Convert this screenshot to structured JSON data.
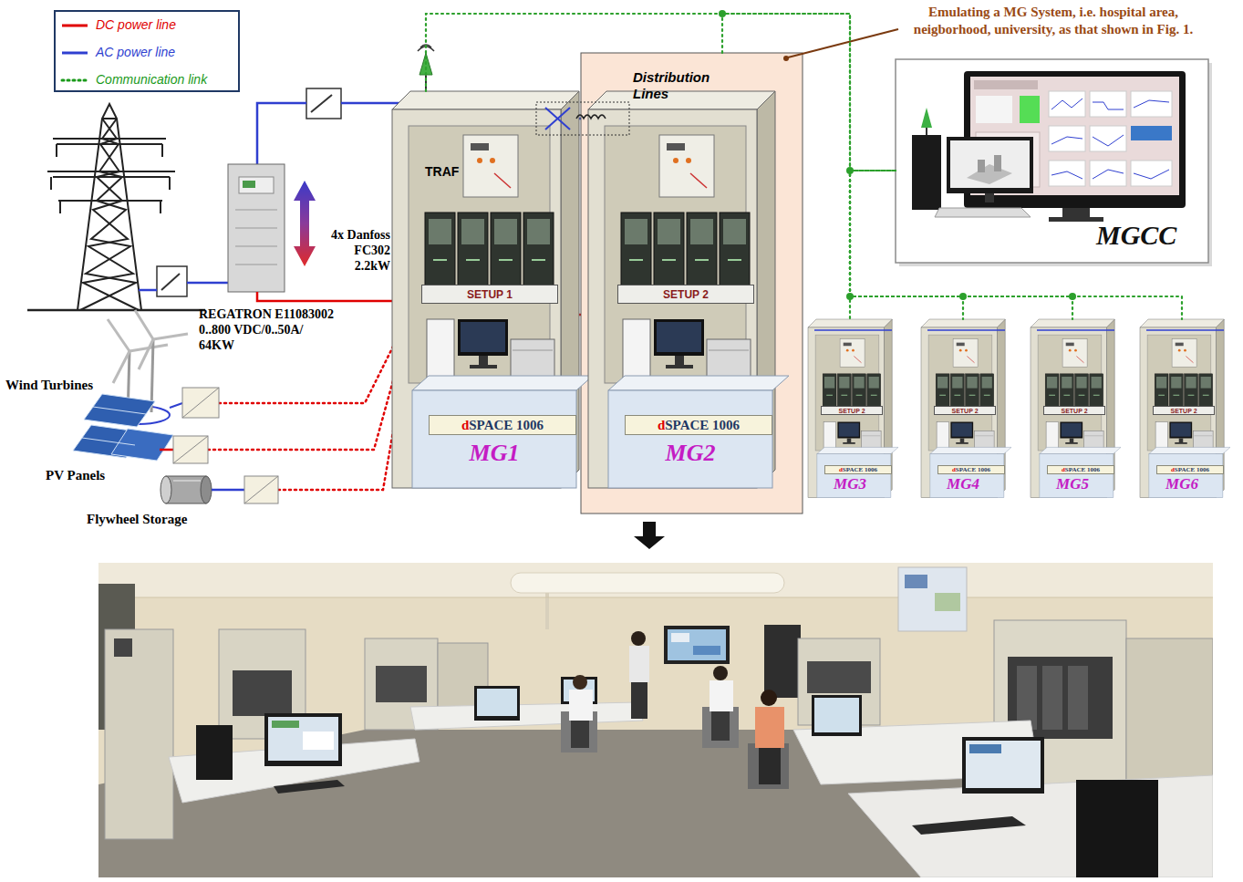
{
  "diagram": {
    "nodes": [
      {
        "text": [
          "MG1"
        ]
      },
      {
        "text": [
          "SETUP 1"
        ],
        "in": 0
      },
      {
        "text": [
          "dSPACE 1006"
        ],
        "in": 0
      },
      {
        "text": [
          "MG2"
        ]
      },
      {
        "text": [
          "SETUP 2"
        ],
        "in": 3
      },
      {
        "text": [
          "dSPACE 1006"
        ],
        "in": 3
      },
      {
        "text": [
          "MGCC"
        ]
      },
      {
        "text": [
          "MG3"
        ]
      },
      {
        "text": [
          "SETUP 2"
        ],
        "in": 7
      },
      {
        "text": [
          "dSPACE 1006"
        ],
        "in": 7
      },
      {
        "text": [
          "MG4"
        ]
      },
      {
        "text": [
          "SETUP 2"
        ],
        "in": 10
      },
      {
        "text": [
          "dSPACE 1006"
        ],
        "in": 10
      },
      {
        "text": [
          "MG5"
        ]
      },
      {
        "text": [
          "SETUP 2"
        ],
        "in": 13
      },
      {
        "text": [
          "dSPACE 1006"
        ],
        "in": 13
      },
      {
        "text": [
          "MG6"
        ]
      },
      {
        "text": [
          "SETUP 2"
        ],
        "in": 16
      },
      {
        "text": [
          "dSPACE 1006"
        ],
        "in": 16
      }
    ],
    "edges": [
      {
        "from": 0,
        "to": 6,
        "arrow": "none"
      },
      {
        "from": 3,
        "to": 6,
        "arrow": "none"
      },
      {
        "from": 6,
        "to": 7,
        "arrow": "none"
      },
      {
        "from": 6,
        "to": 10,
        "arrow": "none"
      },
      {
        "from": 6,
        "to": 13,
        "arrow": "none"
      },
      {
        "from": 6,
        "to": 16,
        "arrow": "none"
      }
    ],
    "labels": [
      "Distribution Lines",
      "Emulating a MG System, i.e. hospital area, neigborhood, university, as that shown in Fig. 1.",
      "TRAF",
      "4x Danfoss FC302 2.2kW",
      "REGATRON E11083002 0..800 VDC/0..50A/ 64KW",
      "Wind Turbines",
      "PV Panels",
      "Flywheel Storage"
    ],
    "legend": [
      {
        "text": "DC power line"
      },
      {
        "text": "AC power line"
      },
      {
        "text": "Communication link"
      }
    ]
  }
}
